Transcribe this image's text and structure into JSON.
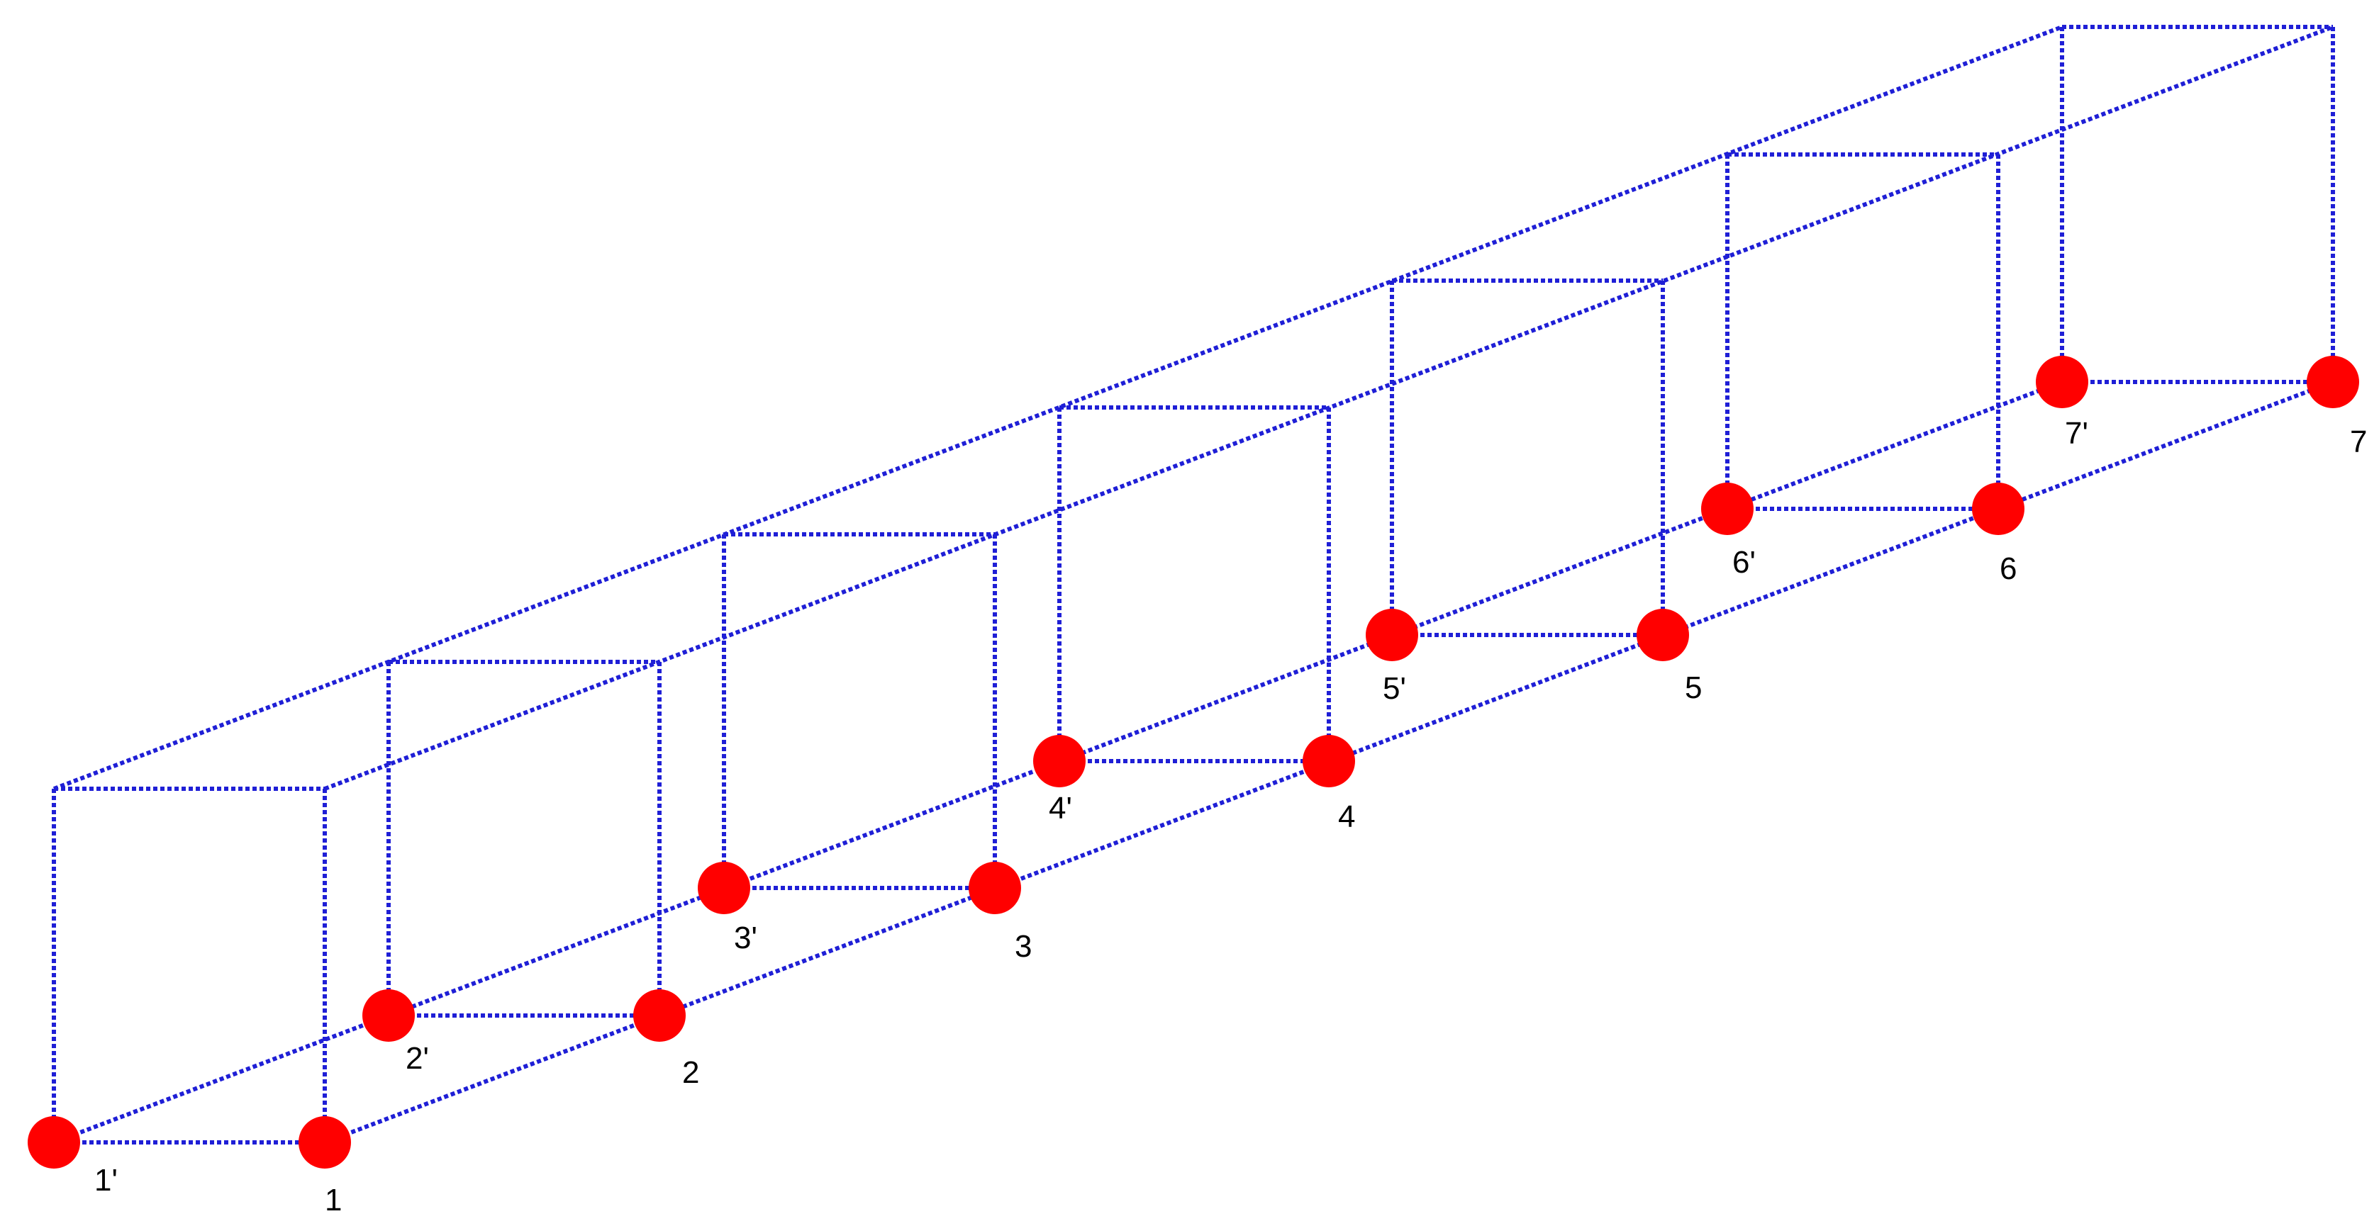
{
  "diagram": {
    "colors": {
      "edge": "#1f1fd6",
      "node": "#ff0000",
      "label": "#000000",
      "background": "#ffffff"
    },
    "labels": {
      "1": "1",
      "2": "2",
      "3": "3",
      "4": "4",
      "5": "5",
      "6": "6",
      "7": "7",
      "1p": "1'",
      "2p": "2'",
      "3p": "3'",
      "4p": "4'",
      "5p": "5'",
      "6p": "6'",
      "7p": "7'"
    }
  }
}
